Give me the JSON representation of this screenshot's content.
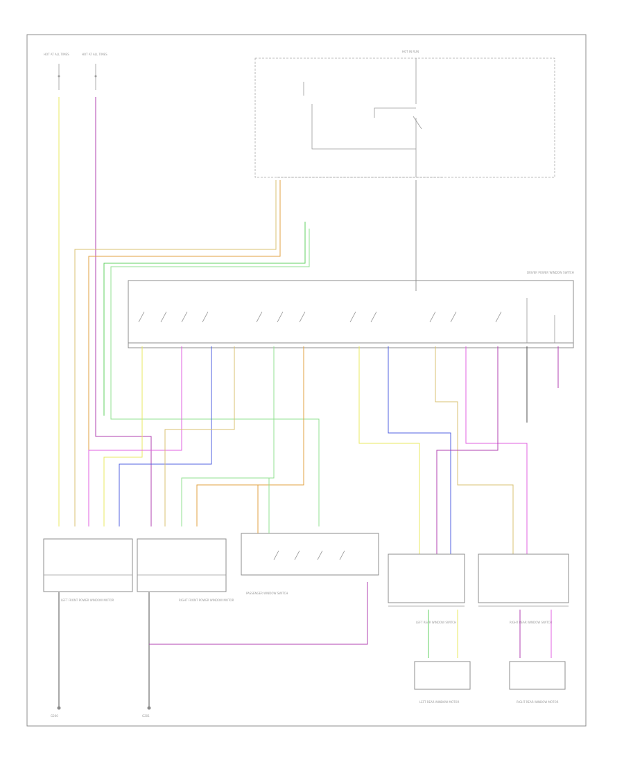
{
  "diagram": {
    "ref_mark": "",
    "power_sources": [
      {
        "label": "HOT AT ALL TIMES"
      },
      {
        "label": "HOT AT ALL TIMES"
      },
      {
        "label": "HOT IN RUN"
      }
    ],
    "components": [
      {
        "label": "LEFT FRONT POWER WINDOW MOTOR"
      },
      {
        "label": "RIGHT FRONT POWER WINDOW MOTOR"
      },
      {
        "label": "PASSENGER WINDOW SWITCH"
      },
      {
        "label": "LEFT REAR WINDOW MOTOR"
      },
      {
        "label": "RIGHT REAR WINDOW MOTOR"
      },
      {
        "label": "DRIVER POWER WINDOW SWITCH"
      },
      {
        "label": "LEFT REAR WINDOW SWITCH"
      },
      {
        "label": "RIGHT REAR WINDOW SWITCH"
      }
    ],
    "grounds": [
      {
        "label": "G200"
      },
      {
        "label": "G201"
      }
    ],
    "wire_colors": {
      "yellow": "#e8e860",
      "violet": "#b040b0",
      "green": "#60d060",
      "blue": "#5060e0",
      "pink": "#e060e0",
      "orange": "#e0a040",
      "tan": "#d8c070",
      "red": "#e07060",
      "gray": "#9a9a9a",
      "black": "#505050",
      "lightgreen": "#90e090"
    }
  }
}
